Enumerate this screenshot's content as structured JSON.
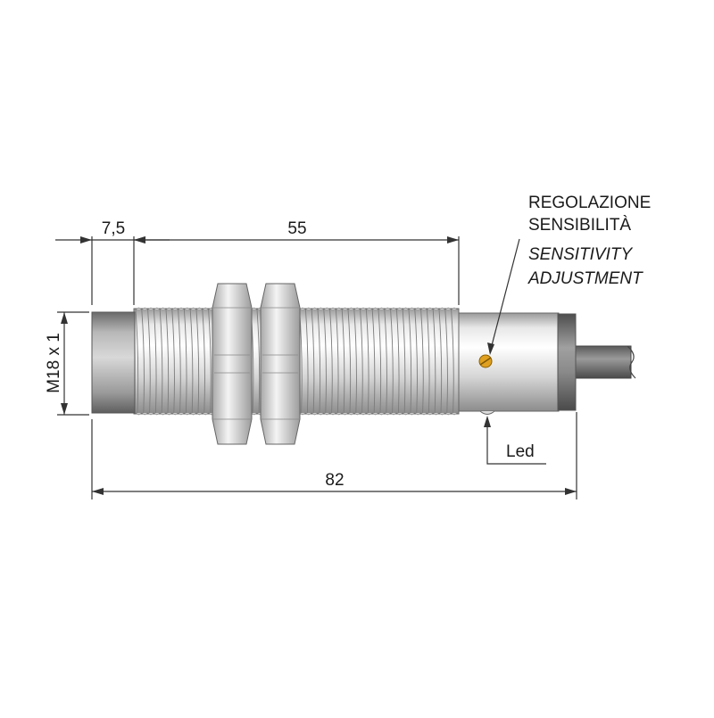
{
  "dimensions": {
    "face_length": "7,5",
    "thread_length": "55",
    "total_length": "82",
    "thread_spec": "M18 x 1"
  },
  "annotations": {
    "sensitivity_it_line1": "REGOLAZIONE",
    "sensitivity_it_line2": "SENSIBILITÀ",
    "sensitivity_en_line1": "SENSITIVITY",
    "sensitivity_en_line2": "ADJUSTMENT",
    "led": "Led"
  },
  "colors": {
    "metal_light": "#f2f2f2",
    "metal_mid": "#c8c8c8",
    "metal_dark": "#8a8a8a",
    "face_dark": "#6f6f6f",
    "screw": "#e0a020",
    "line": "#333333"
  }
}
